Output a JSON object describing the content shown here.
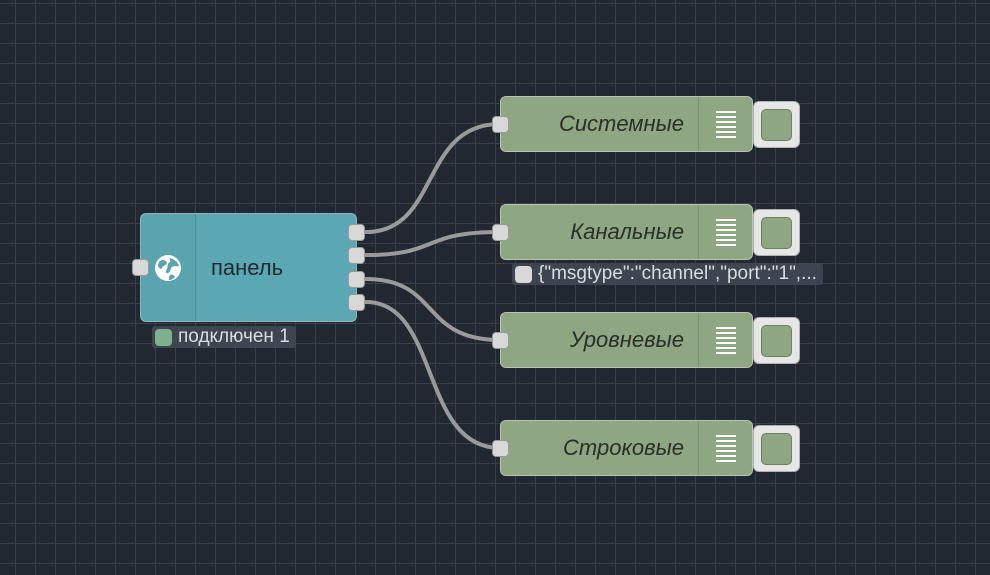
{
  "source": {
    "label": "панель",
    "icon": "globe-icon",
    "status": {
      "text": "подключен 1",
      "color": "#7fb08d"
    }
  },
  "debug_nodes": [
    {
      "label": "Системные",
      "icon": "list-lines-icon"
    },
    {
      "label": "Канальные",
      "icon": "list-lines-icon",
      "status": {
        "text": "{\"msgtype\":\"channel\",\"port\":\"1\",...",
        "color": "#d8d8d8"
      }
    },
    {
      "label": "Уровневые",
      "icon": "list-lines-icon"
    },
    {
      "label": "Строковые",
      "icon": "list-lines-icon"
    }
  ],
  "colors": {
    "canvas": "#222831",
    "grid": "#3a4049",
    "source_node": "#5ba8b4",
    "debug_node": "#8ea682",
    "wire": "#9a9a9a"
  }
}
